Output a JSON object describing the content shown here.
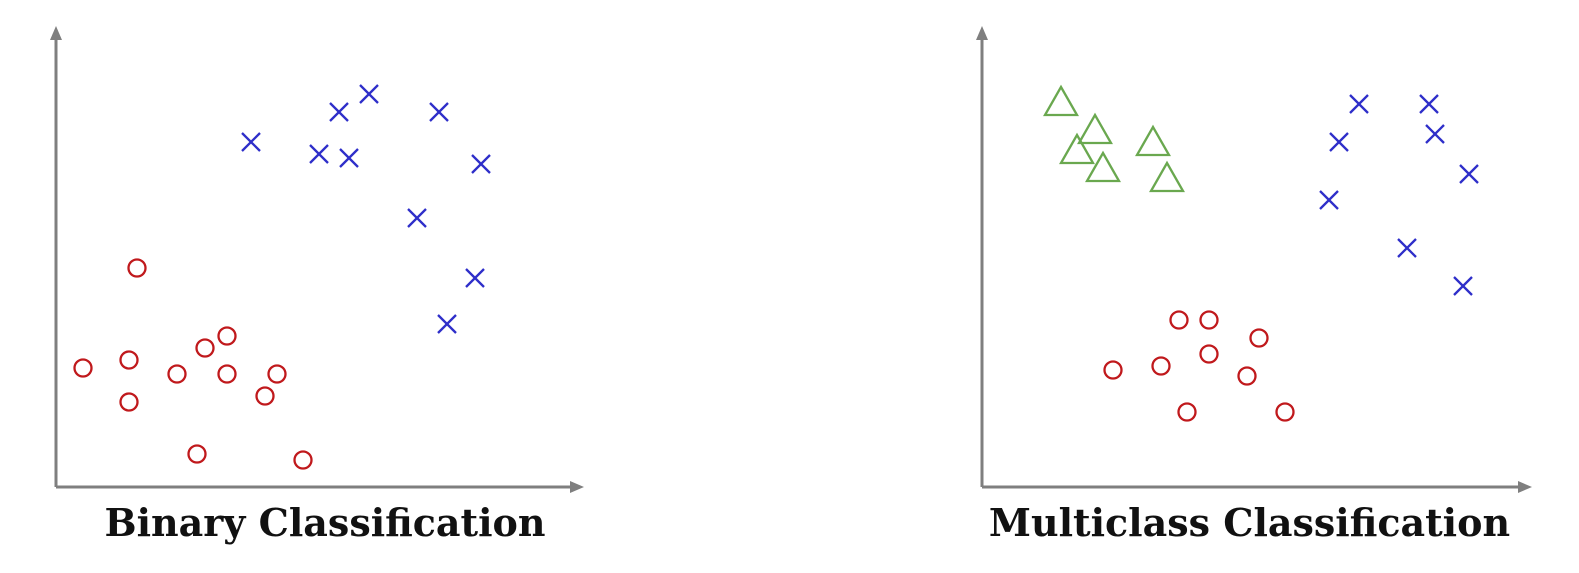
{
  "colors": {
    "axis": "#7f7f7f",
    "circle_class": "#c0191c",
    "cross_class": "#2e2ec9",
    "triangle_class": "#6aa84f"
  },
  "panels": [
    {
      "caption": "Binary Classification",
      "markers": {
        "circle": [
          [
            27,
            119
          ],
          [
            73,
            85
          ],
          [
            73,
            127
          ],
          [
            81,
            219
          ],
          [
            121,
            113
          ],
          [
            141,
            33
          ],
          [
            149,
            139
          ],
          [
            171,
            151
          ],
          [
            171,
            113
          ],
          [
            209,
            91
          ],
          [
            221,
            113
          ],
          [
            247,
            27
          ]
        ],
        "cross": [
          [
            195,
            345
          ],
          [
            263,
            333
          ],
          [
            283,
            375
          ],
          [
            293,
            329
          ],
          [
            313,
            393
          ],
          [
            361,
            269
          ],
          [
            383,
            375
          ],
          [
            391,
            163
          ],
          [
            419,
            209
          ],
          [
            425,
            323
          ]
        ]
      }
    },
    {
      "caption": "Multiclass Classification",
      "markers": {
        "circle": [
          [
            131,
            117
          ],
          [
            179,
            121
          ],
          [
            197,
            167
          ],
          [
            205,
            75
          ],
          [
            227,
            133
          ],
          [
            227,
            167
          ],
          [
            265,
            111
          ],
          [
            277,
            149
          ],
          [
            303,
            75
          ]
        ],
        "cross": [
          [
            347,
            287
          ],
          [
            357,
            345
          ],
          [
            377,
            383
          ],
          [
            425,
            239
          ],
          [
            447,
            383
          ],
          [
            453,
            353
          ],
          [
            481,
            201
          ],
          [
            487,
            313
          ]
        ],
        "triangle": [
          [
            79,
            383
          ],
          [
            95,
            335
          ],
          [
            121,
            317
          ],
          [
            113,
            355
          ],
          [
            171,
            343
          ],
          [
            185,
            307
          ]
        ]
      }
    }
  ]
}
